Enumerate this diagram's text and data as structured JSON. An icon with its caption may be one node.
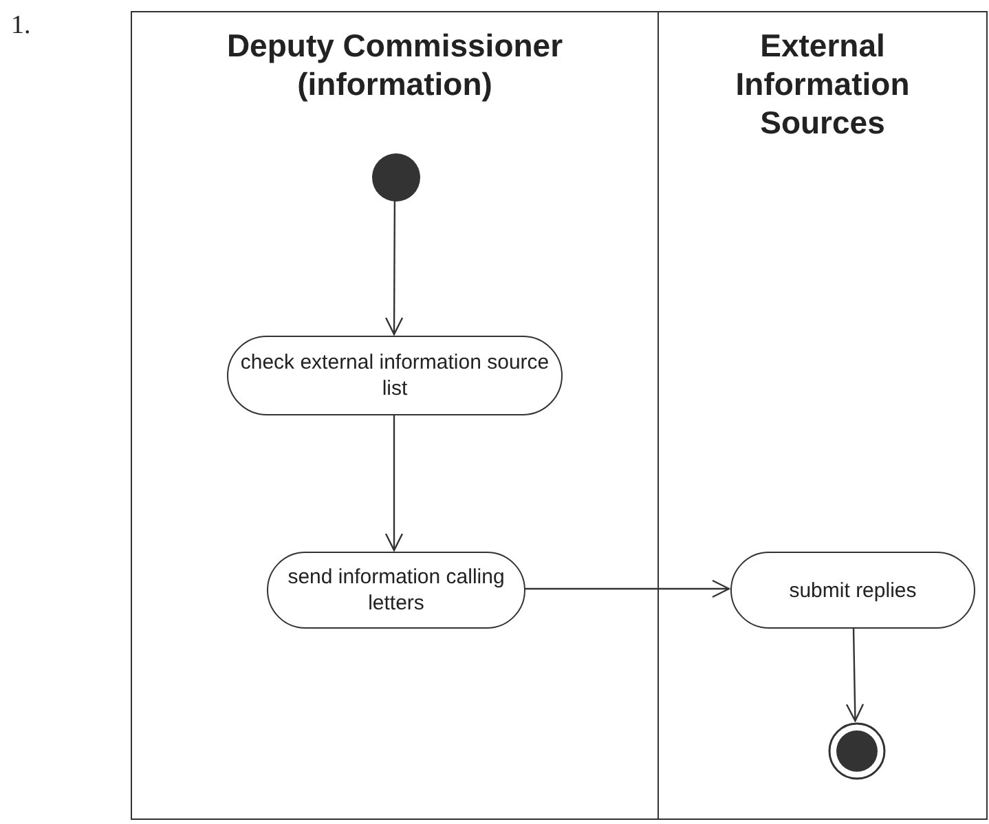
{
  "diagram": {
    "nodes": [
      {
        "text": [
          "Deputy Commissioner (information)"
        ]
      },
      {
        "text": [
          "External Information Sources"
        ]
      },
      {
        "text": [],
        "shape": "circle",
        "in": 0
      },
      {
        "text": [
          "check external information source list"
        ],
        "in": 0
      },
      {
        "text": [
          "send information calling letters"
        ],
        "in": 0
      },
      {
        "text": [
          "submit replies"
        ],
        "in": 1
      },
      {
        "text": [],
        "shape": "circle",
        "in": 1
      }
    ],
    "edges": [
      {
        "from": 2,
        "to": 3,
        "arrow": "to"
      },
      {
        "from": 3,
        "to": 4,
        "arrow": "to"
      },
      {
        "from": 4,
        "to": 5,
        "arrow": "to"
      },
      {
        "from": 5,
        "to": 6,
        "arrow": "to"
      }
    ],
    "labels": [
      "1."
    ]
  }
}
